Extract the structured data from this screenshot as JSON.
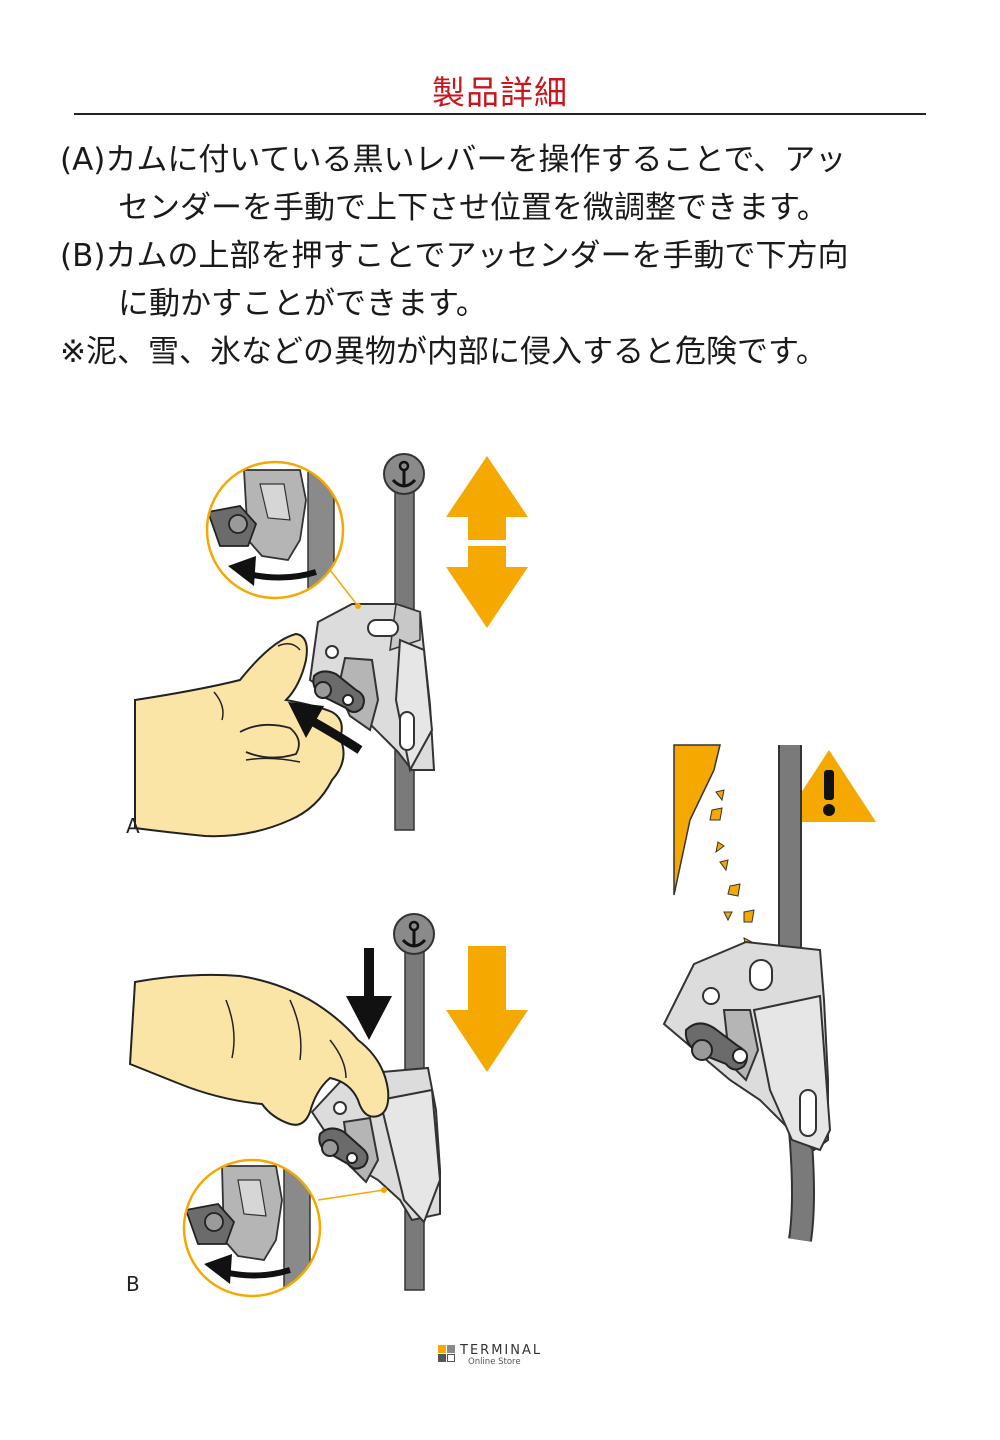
{
  "header": {
    "title": "製品詳細"
  },
  "body": {
    "line_a1": "(A)カムに付いている黒いレバーを操作することで、アッ",
    "line_a2": "センダーを手動で上下させ位置を微調整できます。",
    "line_b1": "(B)カムの上部を押すことでアッセンダーを手動で下方向",
    "line_b2": "に動かすことができます。",
    "note": "※泥、雪、氷などの異物が内部に侵入すると危険です。"
  },
  "figures": {
    "label_a": "A",
    "label_b": "B"
  },
  "footer": {
    "brand": "TERMINAL",
    "sub": "Online Store"
  },
  "colors": {
    "accent_orange": "#f5a800",
    "title_red": "#c8161d",
    "rope_gray": "#7a7a7a",
    "device_gray": "#d9d9d9",
    "hand_skin": "#fbe5a6"
  }
}
